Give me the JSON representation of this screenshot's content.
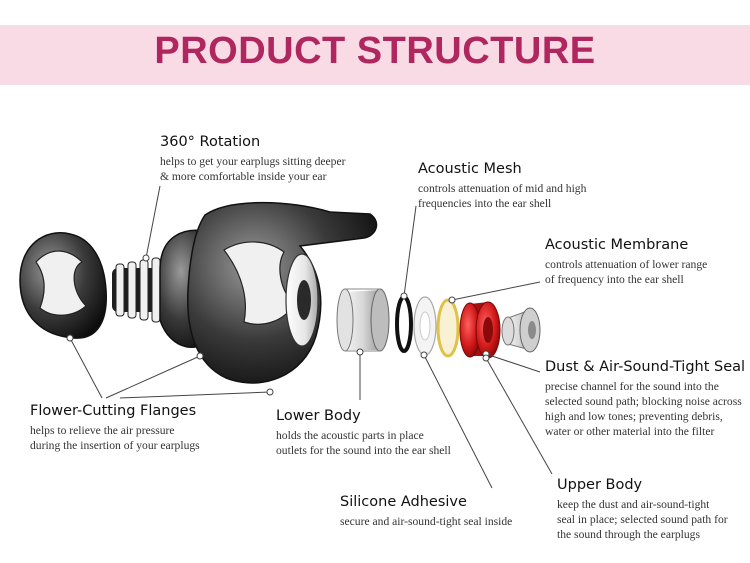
{
  "banner": {
    "title": "PRODUCT STRUCTURE",
    "background_color": "#f9dbe6",
    "title_color": "#b0275f"
  },
  "callouts": {
    "rotation": {
      "title": "360° Rotation",
      "lines": [
        "helps to get your earplugs sitting deeper",
        "& more comfortable inside your ear"
      ]
    },
    "acoustic_mesh": {
      "title": "Acoustic Mesh",
      "lines": [
        "controls attenuation of mid and high",
        "frequencies into the ear shell"
      ]
    },
    "acoustic_membrane": {
      "title": "Acoustic Membrane",
      "lines": [
        "controls attenuation of lower range",
        "of frequency into the ear shell"
      ]
    },
    "dust_seal": {
      "title": "Dust & Air-Sound-Tight Seal",
      "lines": [
        "precise channel for the sound into the",
        "selected sound path; blocking noise across",
        "high and low tones; preventing debris,",
        "water or other material into the filter"
      ]
    },
    "flanges": {
      "title": "Flower-Cutting Flanges",
      "lines": [
        "helps to relieve the air pressure",
        "during the insertion of your earplugs"
      ]
    },
    "lower_body": {
      "title": "Lower Body",
      "lines": [
        "holds the acoustic parts in place",
        "outlets for the sound into the ear shell"
      ]
    },
    "silicone_adhesive": {
      "title": "Silicone Adhesive",
      "lines": [
        "secure and air-sound-tight seal inside"
      ]
    },
    "upper_body": {
      "title": "Upper Body",
      "lines": [
        "keep the dust and air-sound-tight",
        "seal in place; selected sound path for",
        "the sound through the earplugs"
      ]
    }
  },
  "colors": {
    "seal_red": "#d01818",
    "membrane_gold": "#e0c14a",
    "body_dark": "#2a2a2a",
    "body_light": "#f2f2f2"
  }
}
